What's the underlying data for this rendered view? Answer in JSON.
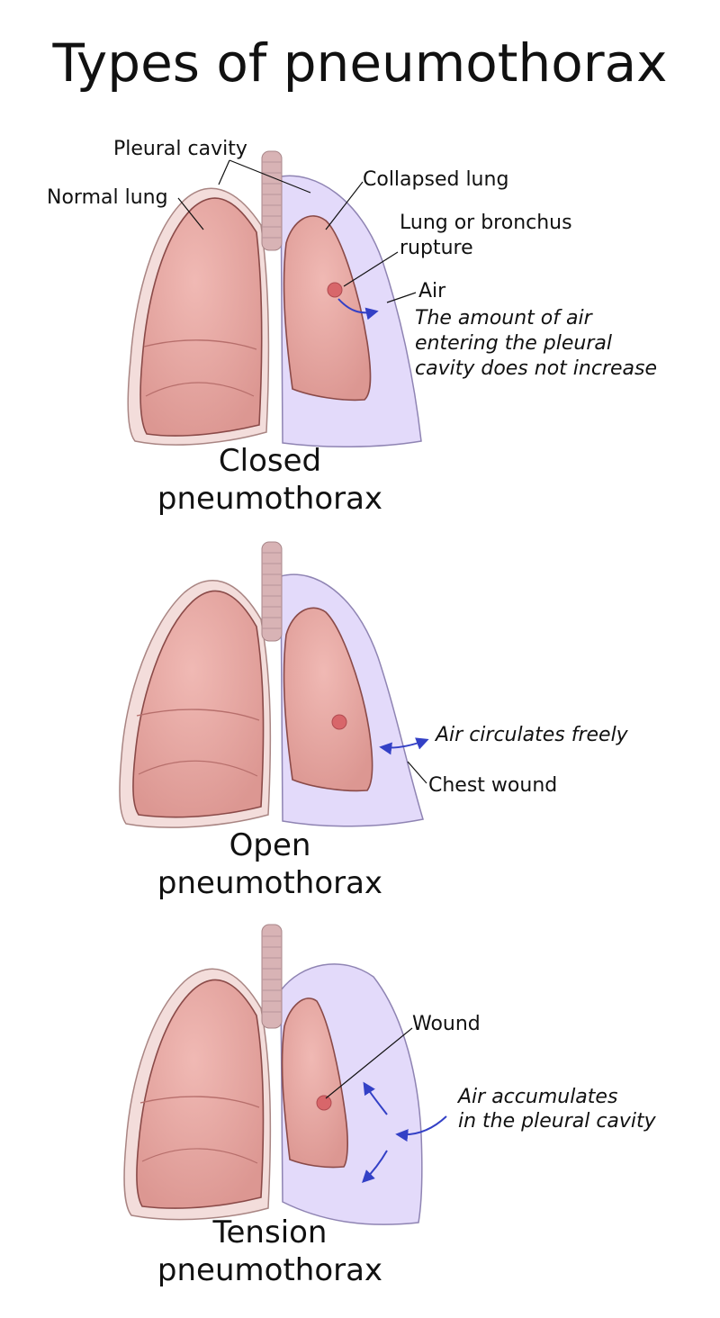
{
  "title": "Types of pneumothorax",
  "colors": {
    "lung_fill": "#e6a8a3",
    "lung_stroke": "#8a4a48",
    "pleura_fill": "#f3dddb",
    "cavity_fill": "#e3dafa",
    "cavity_stroke": "#8f84b3",
    "trachea": "#d8b3b5",
    "arrow": "#3340c6",
    "rupture": "#d8666a"
  },
  "icons": [
    "lung-icon",
    "trachea-icon",
    "pleural-cavity-shape",
    "arrow-icon",
    "rupture-spot"
  ],
  "panels": {
    "closed": {
      "title_line1": "Closed",
      "title_line2": "pneumothorax",
      "labels": {
        "pleural_cavity": "Pleural cavity",
        "normal_lung": "Normal lung",
        "collapsed_lung": "Collapsed lung",
        "rupture_line1": "Lung or bronchus",
        "rupture_line2": "rupture",
        "air": "Air",
        "note_line1": "The amount of air",
        "note_line2": "entering the pleural",
        "note_line3": "cavity does not increase"
      }
    },
    "open": {
      "title_line1": "Open",
      "title_line2": "pneumothorax",
      "labels": {
        "air_circulates": "Air circulates freely",
        "chest_wound": "Chest wound"
      }
    },
    "tension": {
      "title_line1": "Tension",
      "title_line2": "pneumothorax",
      "labels": {
        "wound": "Wound",
        "accum_line1": "Air accumulates",
        "accum_line2": "in the pleural cavity"
      }
    }
  }
}
